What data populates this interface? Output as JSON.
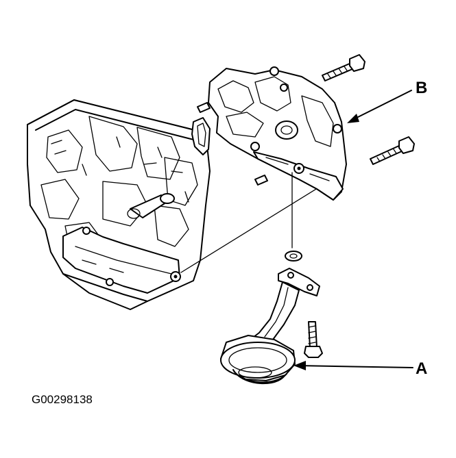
{
  "callouts": {
    "a": "A",
    "b": "B"
  },
  "figure_code": "G00298138",
  "parts": [
    {
      "name": "engine-block",
      "icon": "engine-block-icon"
    },
    {
      "name": "oil-pump",
      "icon": "oil-pump-icon"
    },
    {
      "name": "oil-pickup-strainer",
      "icon": "oil-strainer-icon"
    },
    {
      "name": "o-ring-gasket",
      "icon": "gasket-icon"
    },
    {
      "name": "bolt",
      "icon": "bolt-icon"
    },
    {
      "name": "dowel-pin",
      "icon": "dowel-pin-icon"
    }
  ]
}
